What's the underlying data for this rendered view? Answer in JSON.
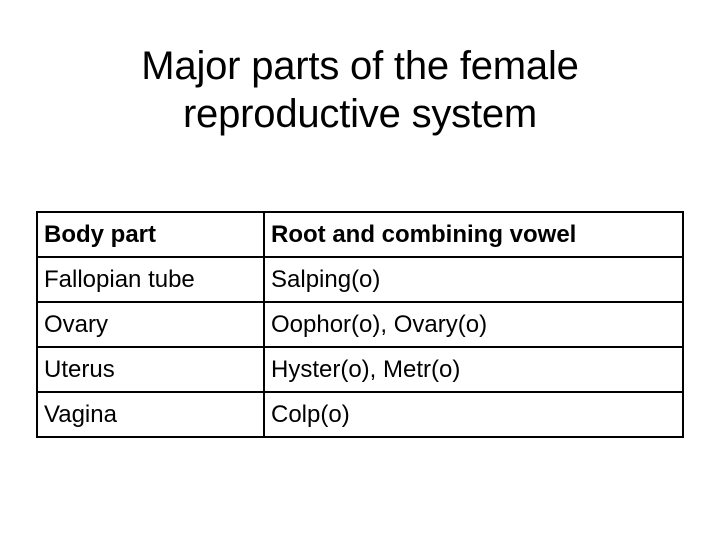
{
  "slide": {
    "title": "Major parts of the female\nreproductive system",
    "background_color": "#ffffff",
    "text_color": "#000000"
  },
  "table": {
    "border_color": "#000000",
    "headers": [
      "Body part",
      "Root and combining vowel"
    ],
    "rows": [
      {
        "body_part": "Fallopian tube",
        "root_and_combining_vowel": "Salping(o)"
      },
      {
        "body_part": "Ovary",
        "root_and_combining_vowel": "Oophor(o), Ovary(o)"
      },
      {
        "body_part": "Uterus",
        "root_and_combining_vowel": "Hyster(o), Metr(o)"
      },
      {
        "body_part": "Vagina",
        "root_and_combining_vowel": "Colp(o)"
      }
    ]
  }
}
